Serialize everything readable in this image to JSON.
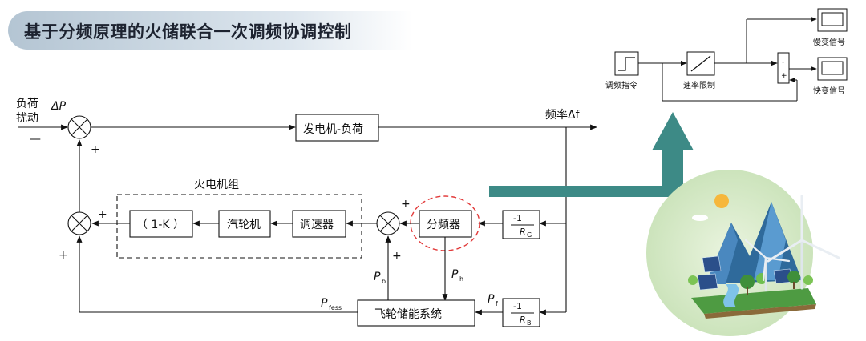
{
  "title": "基于分频原理的火储联合一次调频协调控制",
  "colors": {
    "arrow_teal": "#3d8a86",
    "dashed_ring": "#e23b3b",
    "title_band": "#c2d0dc"
  },
  "diagram": {
    "disturbance_label": [
      "负荷",
      "扰动"
    ],
    "delta_p": "ΔP",
    "generator_load": "发电机-负荷",
    "freq_label": "频率Δf",
    "thermal_group": "火电机组",
    "one_minus_k": "（ 1-K ）",
    "turbine": "汽轮机",
    "governor": "调速器",
    "divider": "分频器",
    "flywheel": "飞轮储能系统",
    "rg_num": "-1",
    "rg_den": "R",
    "rg_sub": "G",
    "rb_num": "-1",
    "rb_den": "R",
    "rb_sub": "B",
    "p_b": "P",
    "p_b_sub": "b",
    "p_h": "P",
    "p_h_sub": "h",
    "p_f": "P",
    "p_f_sub": "f",
    "p_fess": "P",
    "p_fess_sub": "fess",
    "plus": "+",
    "minus": "—"
  },
  "inset": {
    "cmd_label": "调频指令",
    "rate_label": "速率限制",
    "slow_label": "慢变信号",
    "fast_label": "快变信号",
    "minus": "-",
    "plus": "+"
  }
}
